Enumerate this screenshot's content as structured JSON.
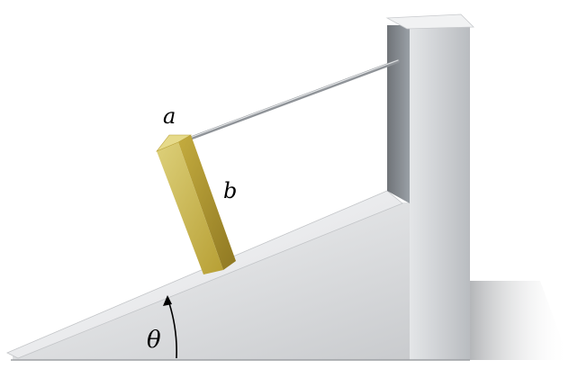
{
  "labels": {
    "edge_a": "a",
    "edge_b": "b",
    "angle": "θ"
  },
  "colors": {
    "incline_face": "#c9cbce",
    "incline_top": "#e8e9eb",
    "wall_face": "#d3d5d8",
    "wall_side": "#8f9398",
    "rod": "#9ea2a7",
    "block_front": "#c9b24a",
    "block_side": "#a8902c",
    "block_top": "#e2d57e",
    "shadow": "#b8babd"
  }
}
